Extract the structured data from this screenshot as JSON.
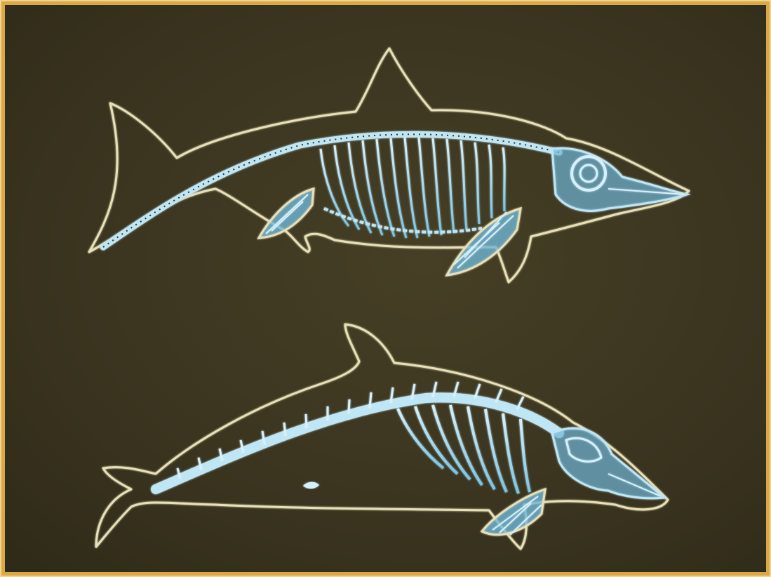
{
  "image": {
    "subjects": [
      {
        "name": "ichthyosaur",
        "depiction": "skeleton-within-body-outline"
      },
      {
        "name": "dolphin",
        "depiction": "skeleton-within-body-outline"
      }
    ],
    "colors": {
      "frame": "#d9a84a",
      "background": "#3b3520",
      "outline": "#e8e0b8",
      "bone": "#9fd8ee",
      "bone_light": "#d6f1fb"
    }
  }
}
